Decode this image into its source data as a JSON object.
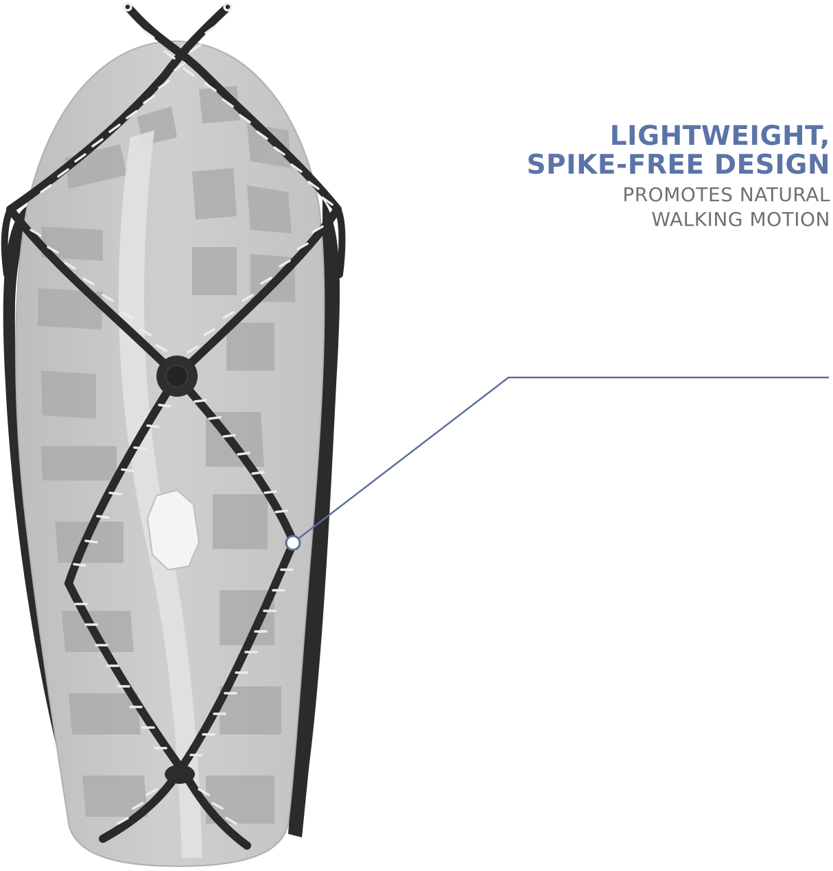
{
  "product_image": {
    "subject": "shoe sole with traction chain cleat",
    "sole_color": "#c9c9c9",
    "sole_highlight_color": "#e4e4e4",
    "sole_shadow_color": "#9f9f9f",
    "frame_color": "#2a2a2a",
    "coil_color": "#e8e8e8"
  },
  "callout": {
    "headline_lines": [
      "LIGHTWEIGHT,",
      "SPIKE-FREE DESIGN"
    ],
    "subtext_lines": [
      "PROMOTES NATURAL",
      "WALKING MOTION"
    ],
    "headline_color": "#5b74a8",
    "subtext_color": "#707070",
    "leader_line_color": "#5b6f9c",
    "marker_icon": "circle-marker"
  }
}
